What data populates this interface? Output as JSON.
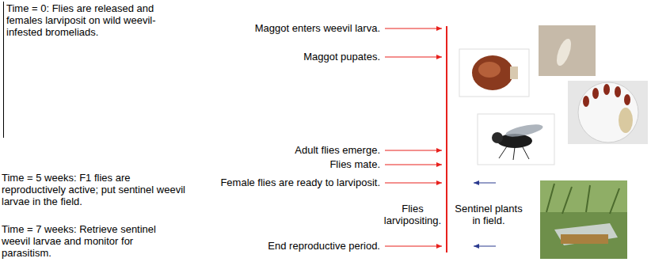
{
  "diagram": {
    "labels": [
      "Time = 0: Flies are released and females larviposit on wild weevil-infested bromeliads.",
      "Time = 5 weeks: F1 flies are reproductively active; put sentinel weevil larvae in the field.",
      "Time = 7 weeks: Retrieve sentinel weevil larvae and monitor for parasitism.",
      "Maggot enters weevil larva.",
      "Maggot pupates.",
      "Adult flies emerge.",
      "Flies mate.",
      "Female flies are ready to larviposit.",
      "Flies larvipositing.",
      "Sentinel plants in field.",
      "End reproductive period."
    ]
  }
}
